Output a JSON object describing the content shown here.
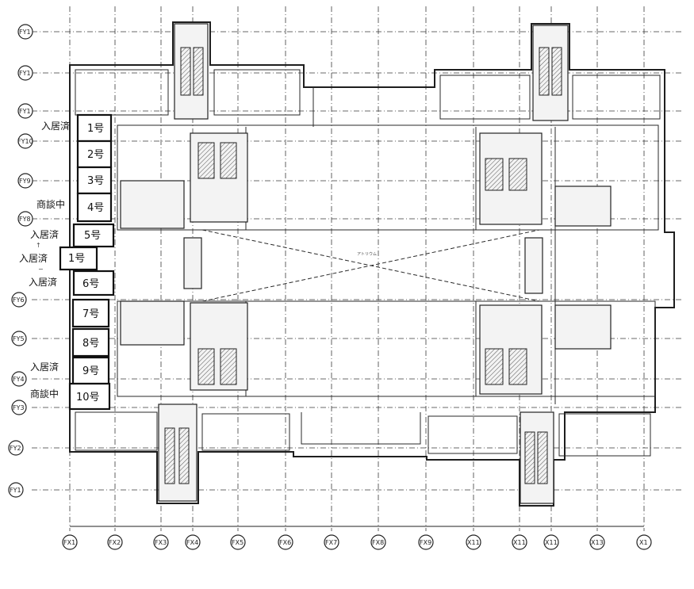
{
  "grid_lines": {
    "vertical": [
      "FX1",
      "FX2",
      "FX3",
      "FX4",
      "FX5",
      "FX6",
      "FX7",
      "FX8",
      "FX9",
      "X11",
      "X11",
      "X11",
      "X13",
      "X1"
    ],
    "horizontal": [
      "FY1",
      "FY1",
      "FY1",
      "FY10",
      "FY9",
      "FY8",
      "FY6",
      "FY5",
      "FY4",
      "FY3",
      "FY2",
      "FY1"
    ]
  },
  "units": [
    {
      "label": "1号",
      "status": "入居済"
    },
    {
      "label": "2号",
      "status": ""
    },
    {
      "label": "3号",
      "status": ""
    },
    {
      "label": "4号",
      "status": "商談中"
    },
    {
      "label": "5号",
      "status": "入居済"
    },
    {
      "label": "1号",
      "status": "入居済"
    },
    {
      "label": "6号",
      "status": "入居済"
    },
    {
      "label": "7号",
      "status": ""
    },
    {
      "label": "8号",
      "status": ""
    },
    {
      "label": "9号",
      "status": "入居済"
    },
    {
      "label": "10号",
      "status": "商談中"
    }
  ],
  "annotations": {
    "atrium": "アトリウム",
    "arrow_mark": "↑",
    "sub_dash": "−"
  },
  "colors": {
    "line": "#1e1e1e",
    "background": "#ffffff"
  }
}
